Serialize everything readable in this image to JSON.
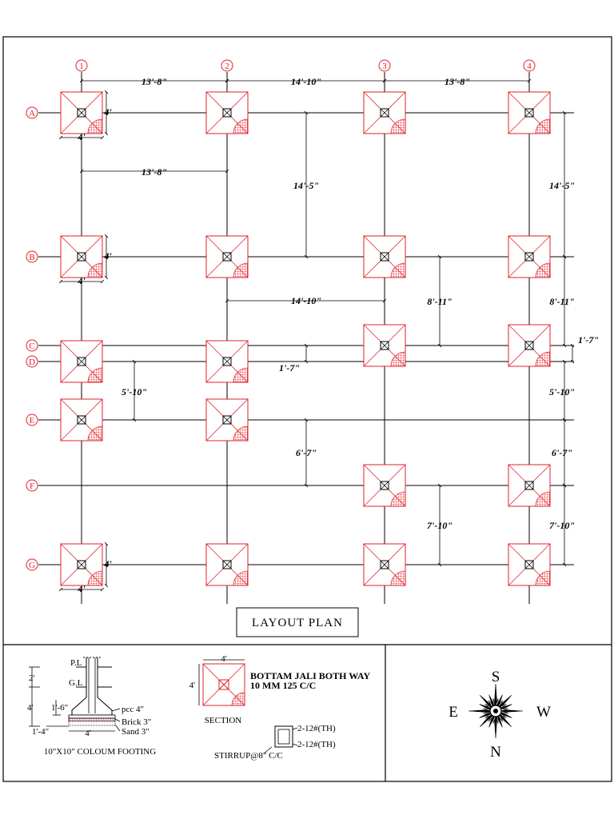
{
  "grid": {
    "columns": [
      "1",
      "2",
      "3",
      "4"
    ],
    "rows": [
      "A",
      "B",
      "C",
      "D",
      "E",
      "F",
      "G"
    ]
  },
  "dimensions": {
    "top_1_2": "13'-8\"",
    "top_2_3": "14'-10\"",
    "top_3_4": "13'-8\"",
    "inner_1_2": "13'-8\"",
    "mid_2_3": "14'-10\"",
    "ab_col3": "14'-5\"",
    "ab_right": "14'-5\"",
    "bc_col3": "8'-11\"",
    "bc_right": "8'-11\"",
    "cd_right": "1'-7\"",
    "cd_col2": "1'-7\"",
    "de_left": "5'-10\"",
    "de_right": "5'-10\"",
    "ef_col2": "6'-7\"",
    "ef_right": "6'-7\"",
    "fg_col3": "7'-10\"",
    "fg_right": "7'-10\"",
    "footing_size": "4'"
  },
  "plan_title": "LAYOUT PLAN",
  "footing_detail": {
    "pl": "P.L",
    "gl": "G.L",
    "h1": "2'",
    "h2": "4'",
    "w1": "1'-6\"",
    "w2": "1'-4\"",
    "base": "4'",
    "pcc": "pcc 4\"",
    "brick": "Brick 3\"",
    "sand": "Sand 3\"",
    "caption": "10\"X10\" COLOUM FOOTING"
  },
  "section_detail": {
    "top_dim": "4'",
    "side_dim": "4'",
    "note1": "BOTTAM JALI BOTH WAY",
    "note2": "10 MM 125 C/C",
    "caption": "SECTION",
    "bar1": "2-12#(TH)",
    "bar2": "2-12#(TH)",
    "stirrup": "STIRRUP@8\" C/C"
  },
  "compass": {
    "n": "N",
    "s": "S",
    "e": "E",
    "w": "W"
  },
  "colors": {
    "footing": "#e0202a",
    "line": "#000000"
  }
}
